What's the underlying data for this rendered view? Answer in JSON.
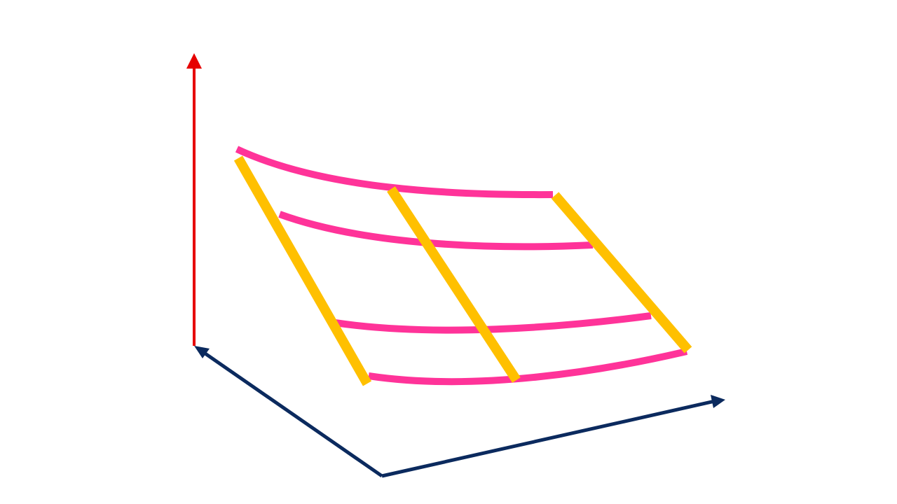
{
  "diagram": {
    "kind": "3d-surface-sketch",
    "axes": [
      {
        "id": "vertical",
        "color": "#E60000",
        "icon": "arrow-up-icon"
      },
      {
        "id": "depth",
        "color": "#0B2A5E",
        "icon": "arrow-back-icon"
      },
      {
        "id": "horizontal",
        "color": "#0B2A5E",
        "icon": "arrow-right-icon"
      }
    ],
    "surface": {
      "curve_color": "#FF3399",
      "ruling_color": "#FFC000",
      "curve_count": 4,
      "ruling_count": 3
    }
  }
}
